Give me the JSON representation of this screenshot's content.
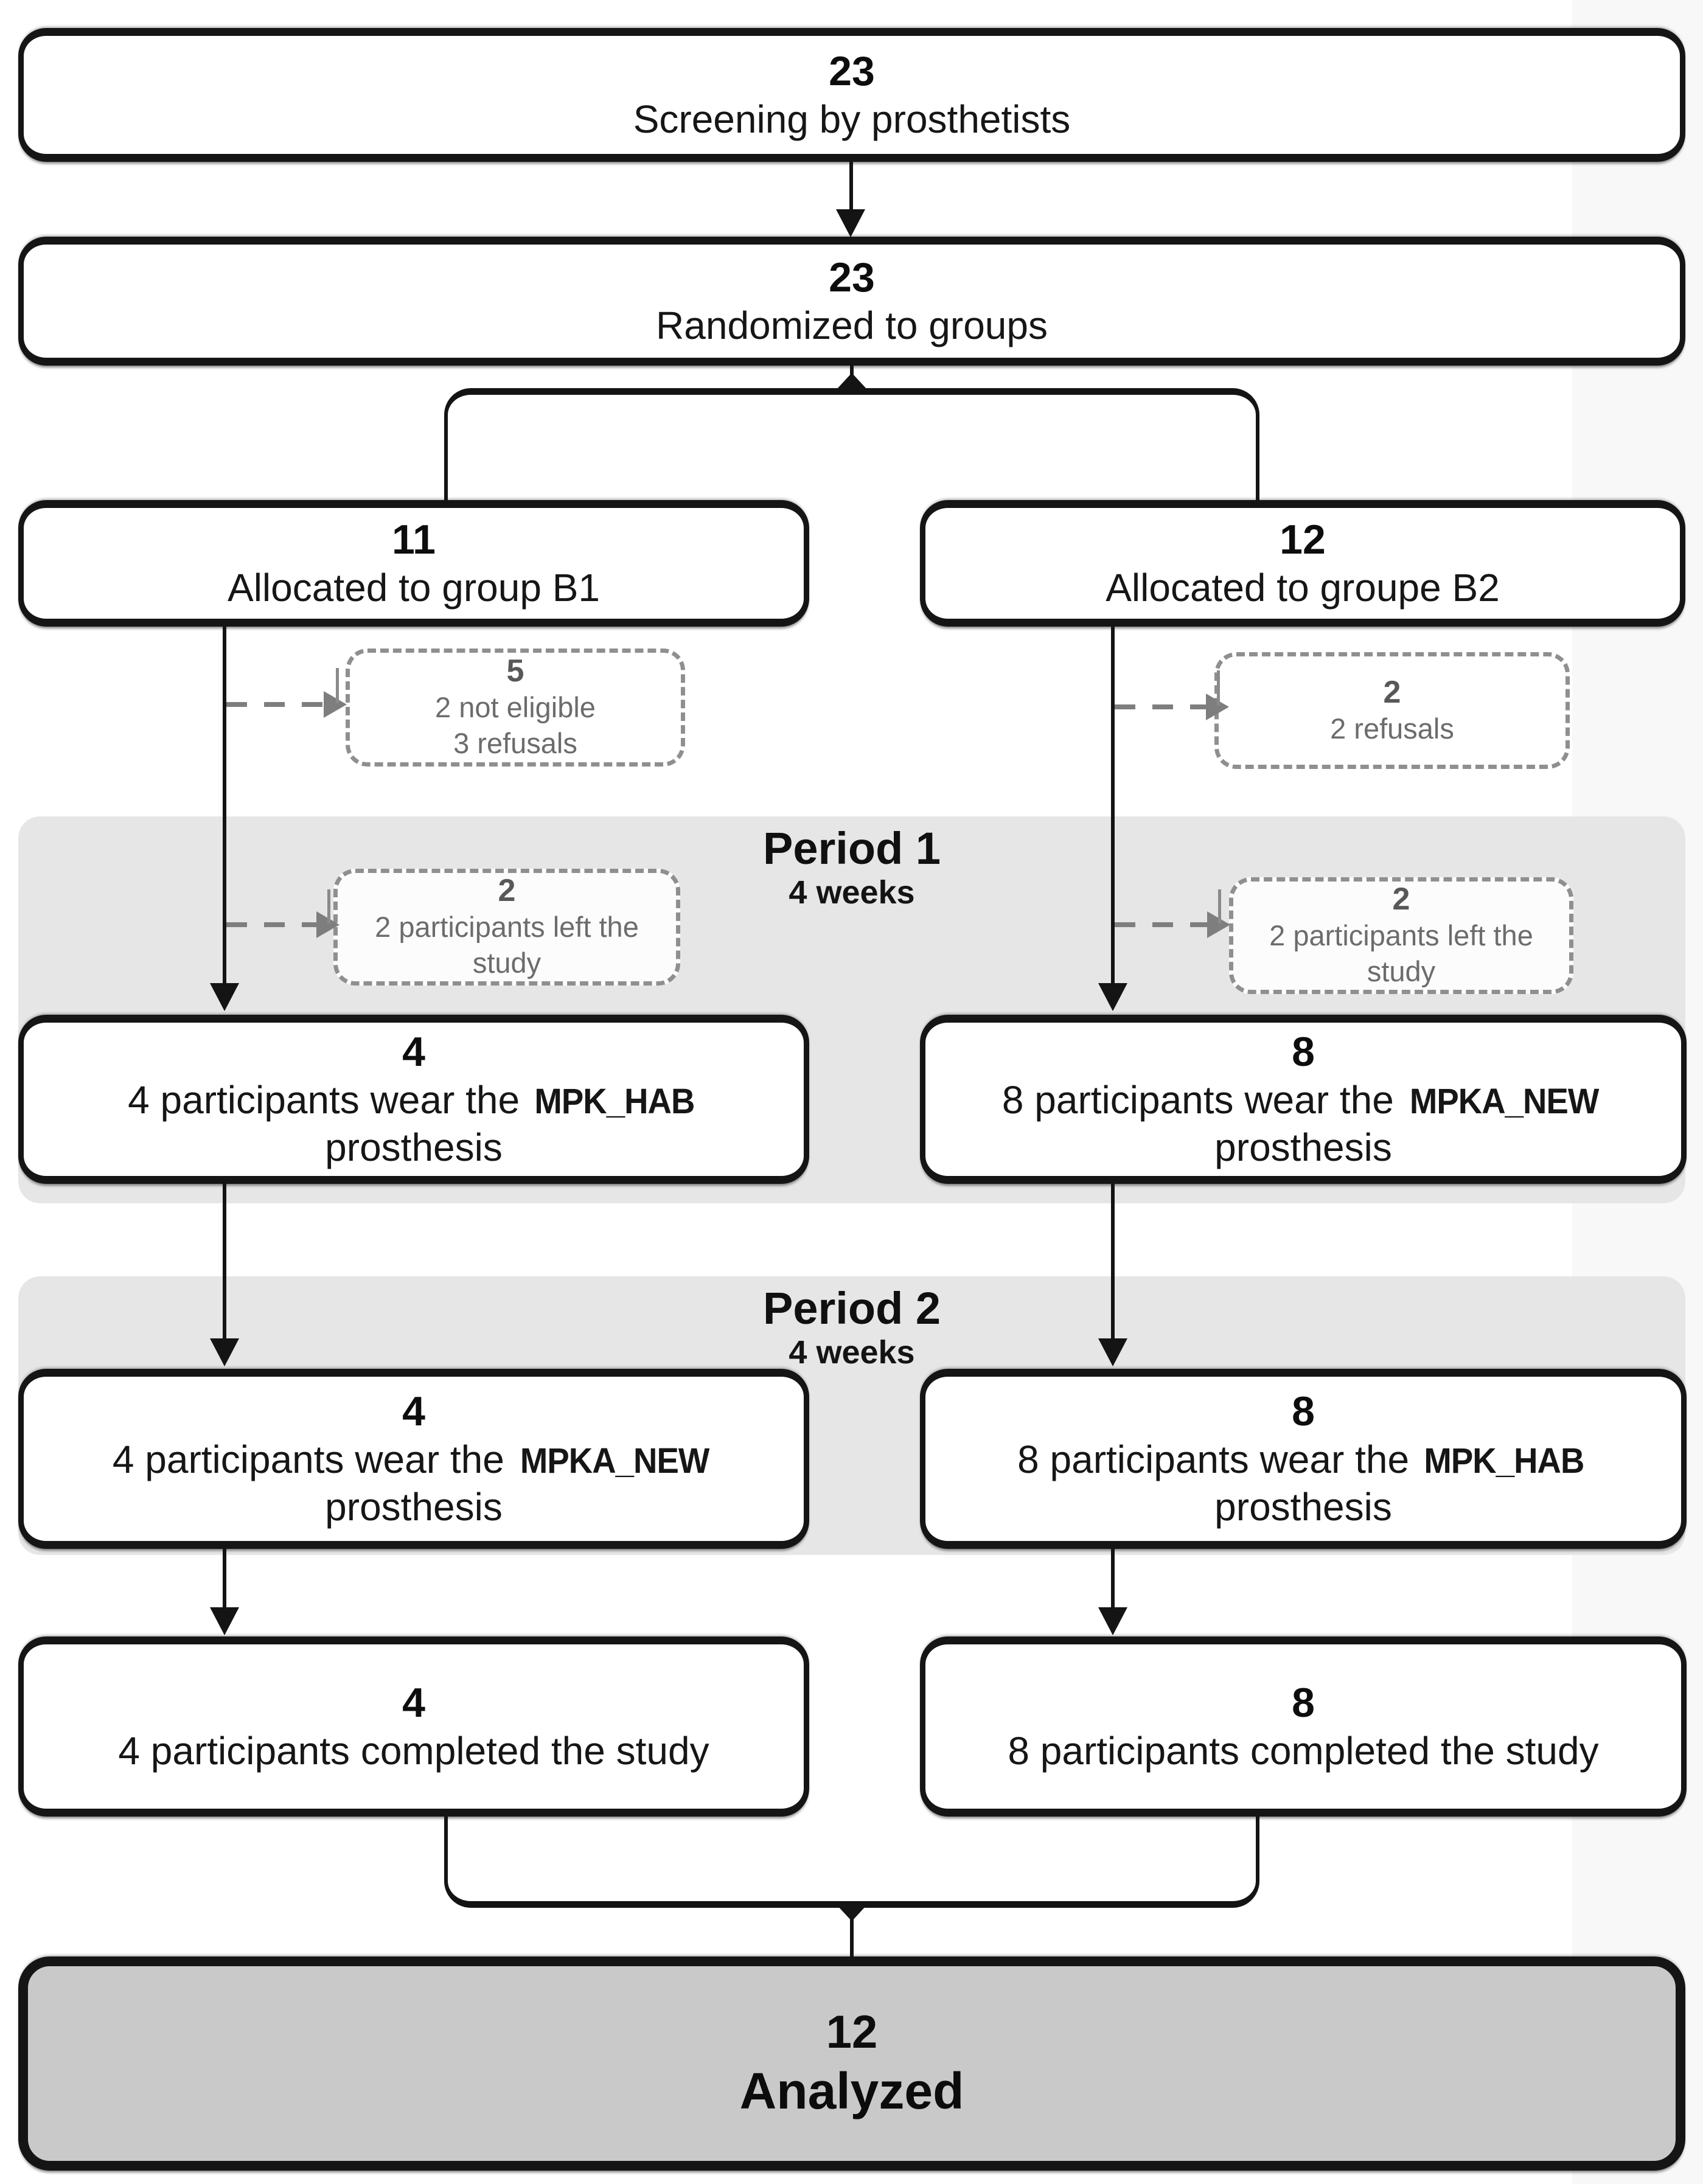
{
  "flow": {
    "screening": {
      "count": "23",
      "label": "Screening by prosthetists"
    },
    "randomized": {
      "count": "23",
      "label": "Randomized to groups"
    },
    "group_b1": {
      "count": "11",
      "label": "Allocated to group B1"
    },
    "group_b2": {
      "count": "12",
      "label": "Allocated to groupe B2"
    },
    "excluded_b1": {
      "count": "5",
      "lines": [
        "2 not eligible",
        "3 refusals"
      ]
    },
    "excluded_b2": {
      "count": "2",
      "lines": [
        "2 refusals"
      ]
    },
    "period1": {
      "title": "Period 1",
      "duration": "4 weeks"
    },
    "dropout_p1_b1": {
      "count": "2",
      "label": "2 participants left the study"
    },
    "dropout_p1_b2": {
      "count": "2",
      "label": "2 participants left the study"
    },
    "wear_p1_b1": {
      "count": "4",
      "prefix": "4 participants wear the",
      "device": "MPK_HAB",
      "suffix": "prosthesis"
    },
    "wear_p1_b2": {
      "count": "8",
      "prefix": "8 participants wear the",
      "device": "MPKA_NEW",
      "suffix": "prosthesis"
    },
    "period2": {
      "title": "Period 2",
      "duration": "4 weeks"
    },
    "wear_p2_b1": {
      "count": "4",
      "prefix": "4 participants wear the",
      "device": "MPKA_NEW",
      "suffix": "prosthesis"
    },
    "wear_p2_b2": {
      "count": "8",
      "prefix": "8 participants wear the",
      "device": "MPK_HAB",
      "suffix": "prosthesis"
    },
    "completed_b1": {
      "count": "4",
      "label": "4 participants completed the study"
    },
    "completed_b2": {
      "count": "8",
      "label": "8 participants completed the study"
    },
    "analyzed": {
      "count": "12",
      "label": "Analyzed"
    }
  },
  "colors": {
    "box_border": "#151515",
    "period_band": "#e6e6e6",
    "analyzed_fill": "#c9c9c9",
    "dashed_border": "#8f8f8f",
    "dashed_text": "#6c6c6c"
  }
}
